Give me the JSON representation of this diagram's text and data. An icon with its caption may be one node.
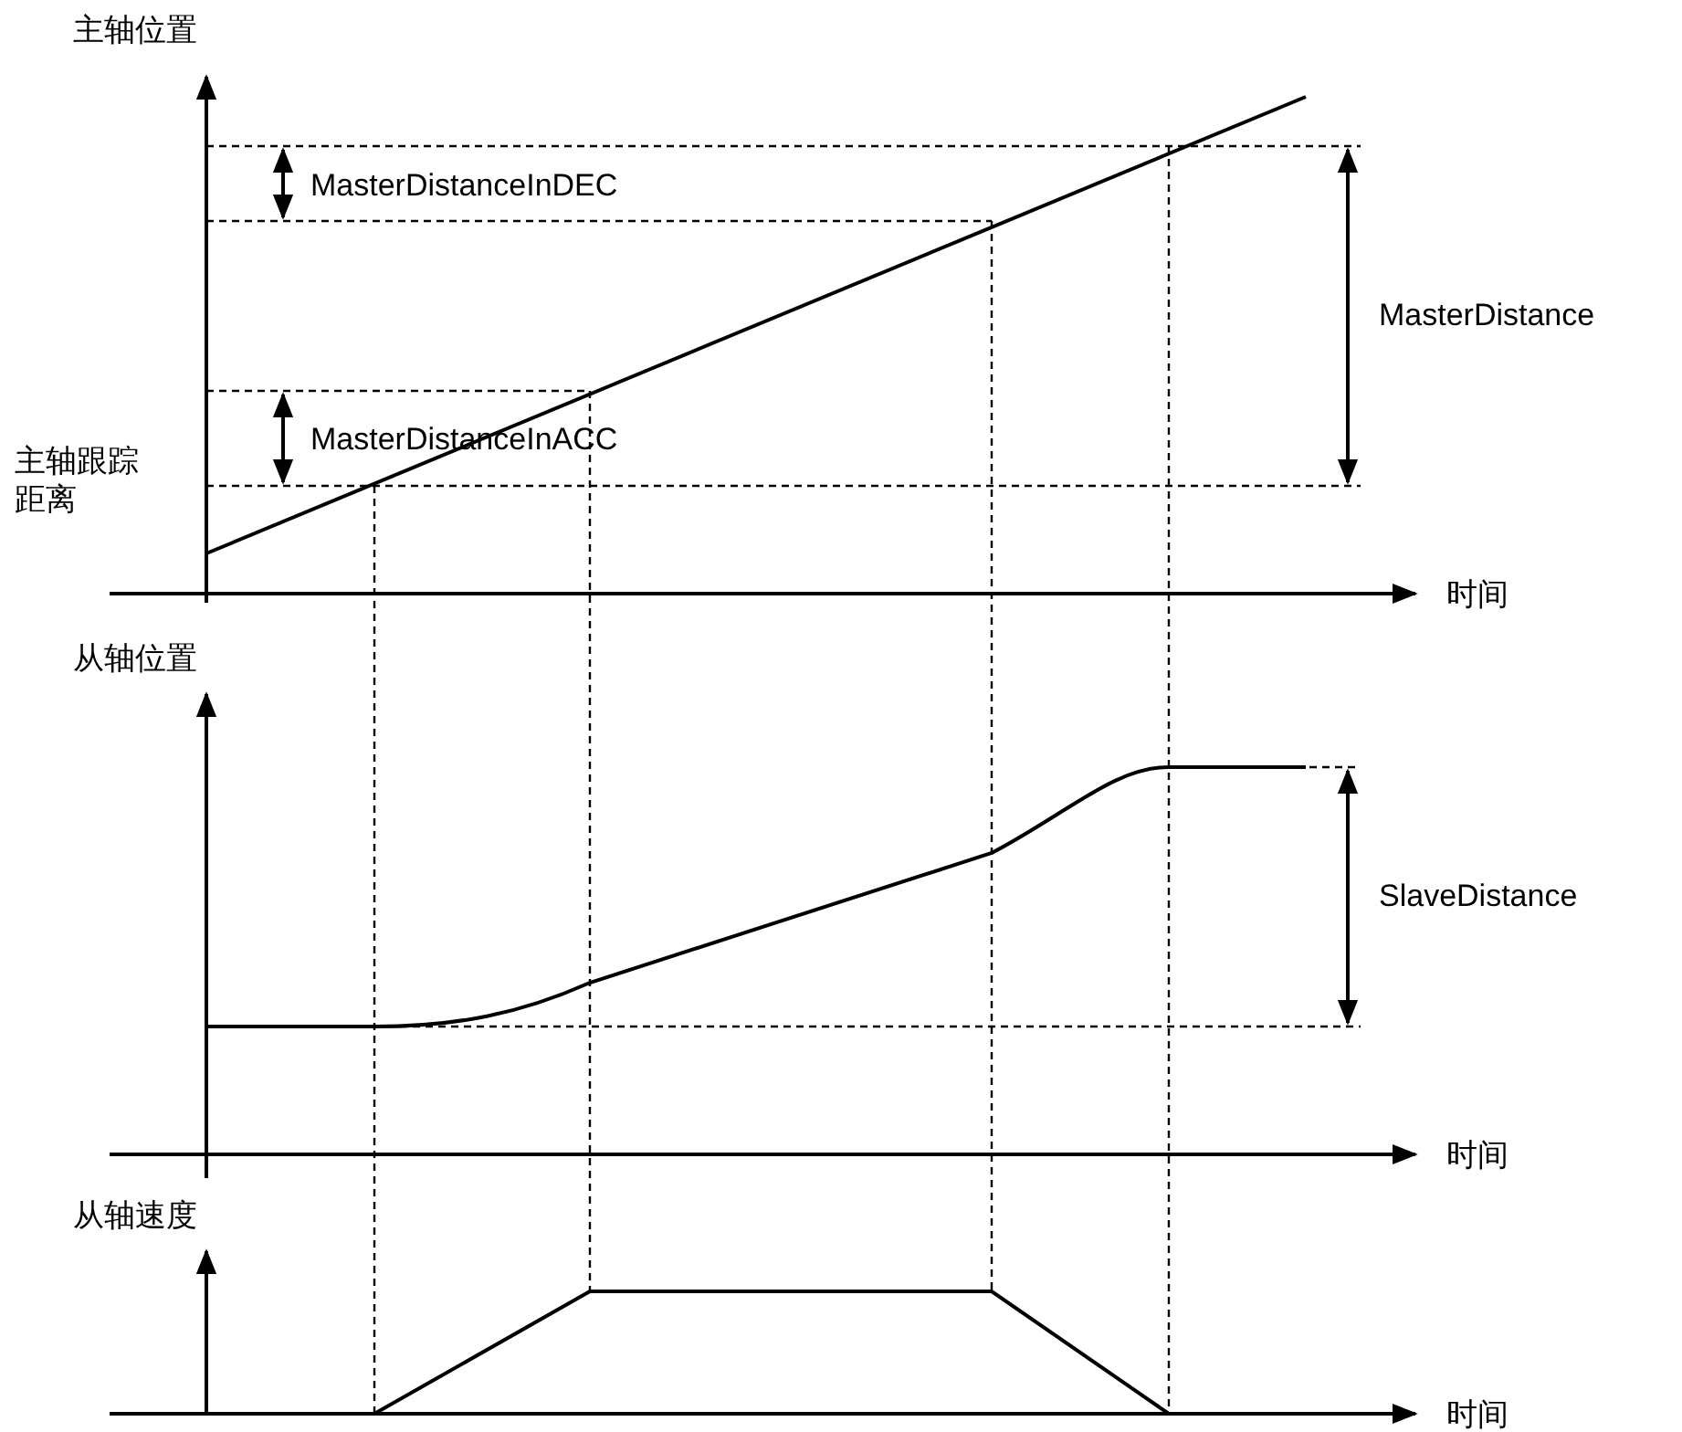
{
  "diagram": {
    "labels": [
      "主轴位置",
      "MasterDistanceInDEC",
      "MasterDistance",
      "主轴跟踪距离",
      "MasterDistanceInACC",
      "时间",
      "从轴位置",
      "SlaveDistance",
      "时间",
      "从轴速度",
      "时间"
    ]
  }
}
